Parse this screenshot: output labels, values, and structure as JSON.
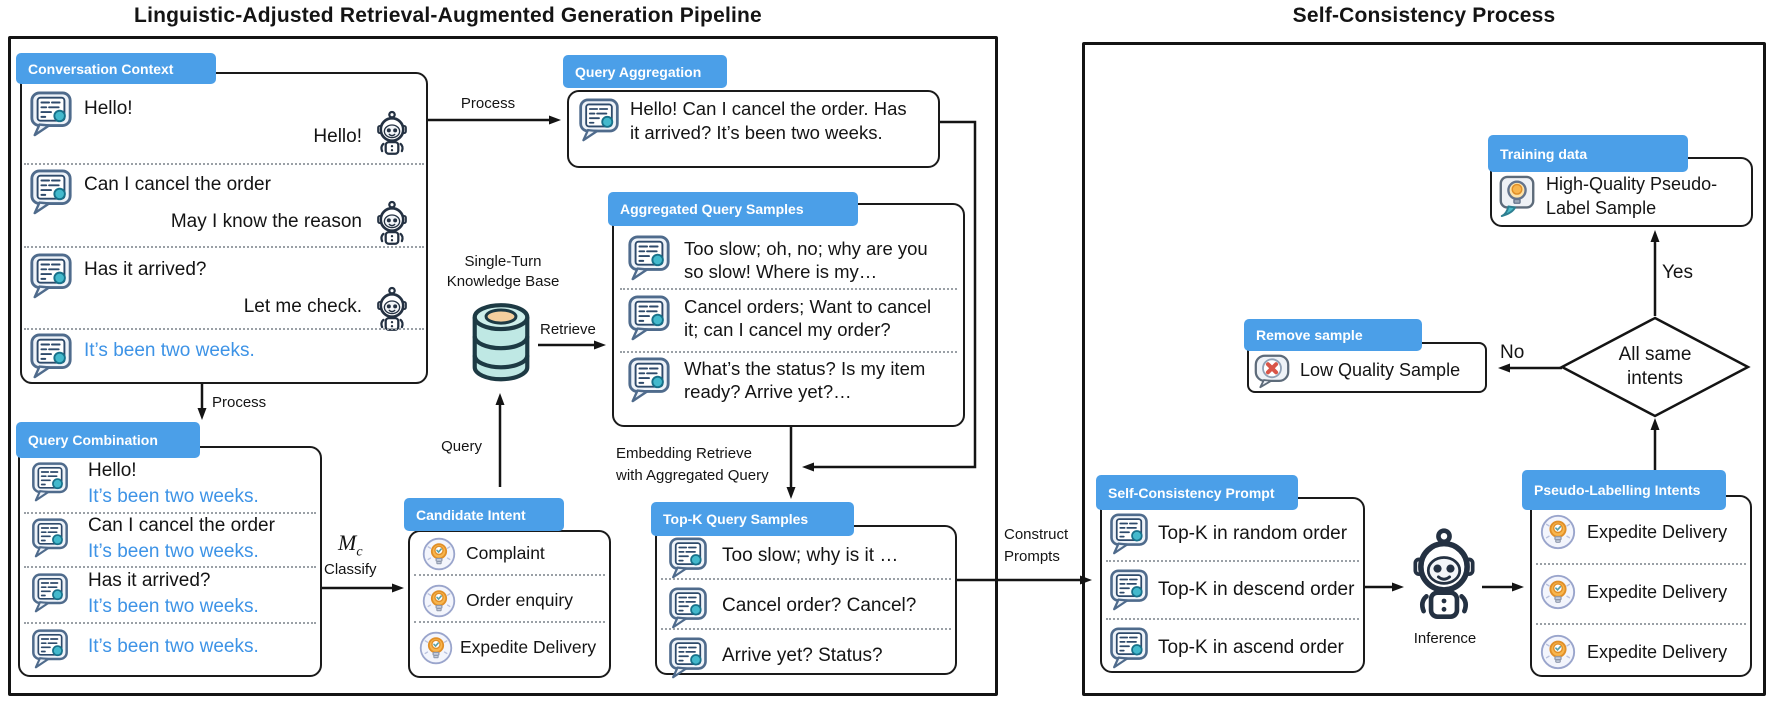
{
  "colors": {
    "header_blue": "#4b9fe8",
    "message_blue": "#3d93e6",
    "ink": "#141414"
  },
  "titles": {
    "left": "Linguistic-Adjusted Retrieval-Augmented Generation Pipeline",
    "right": "Self-Consistency Process"
  },
  "labels": {
    "process_top": "Process",
    "process_down": "Process",
    "kb_line1": "Single-Turn",
    "kb_line2": "Knowledge Base",
    "retrieve": "Retrieve",
    "query": "Query",
    "classify_m": "M",
    "classify_m_sub": "c",
    "classify": "Classify",
    "embedding_line1": "Embedding Retrieve",
    "embedding_line2": "with Aggregated Query",
    "construct_line1": "Construct",
    "construct_line2": "Prompts",
    "inference": "Inference",
    "yes": "Yes",
    "no": "No",
    "decision_line1": "All same",
    "decision_line2": "intents"
  },
  "conversation_context": {
    "header": "Conversation Context",
    "rows": [
      {
        "user": "Hello!",
        "bot": "Hello!"
      },
      {
        "user": "Can I cancel the order",
        "bot": "May I know the reason"
      },
      {
        "user": "Has it arrived?",
        "bot": "Let me check."
      },
      {
        "user": "It’s been two weeks."
      }
    ]
  },
  "query_aggregation": {
    "header": "Query Aggregation",
    "line1": "Hello! Can I cancel the order. Has",
    "line2": "it arrived? It’s been two weeks."
  },
  "aggregated_query_samples": {
    "header": "Aggregated Query Samples",
    "rows": [
      {
        "line1": "Too slow; oh, no; why are you",
        "line2": "so slow! Where is my…"
      },
      {
        "line1": "Cancel orders; Want to cancel",
        "line2": "it; can I cancel my order?"
      },
      {
        "line1": "What’s the status? Is my item",
        "line2": "ready? Arrive yet?…"
      }
    ]
  },
  "query_combination": {
    "header": "Query Combination",
    "rows": [
      {
        "line1": "Hello!",
        "line2": "It’s been two weeks."
      },
      {
        "line1": "Can I cancel the order",
        "line2": "It’s been two weeks."
      },
      {
        "line1": "Has it arrived?",
        "line2": "It’s been two weeks."
      },
      {
        "line2": "It’s been two weeks."
      }
    ]
  },
  "candidate_intent": {
    "header": "Candidate Intent",
    "items": [
      {
        "label": "Complaint"
      },
      {
        "label": "Order enquiry"
      },
      {
        "label": "Expedite Delivery"
      }
    ]
  },
  "top_k_query_samples": {
    "header": "Top-K Query Samples",
    "items": [
      {
        "label": "Too slow; why is it …"
      },
      {
        "label": "Cancel order? Cancel?"
      },
      {
        "label": "Arrive yet? Status?"
      }
    ]
  },
  "self_consistency_prompt": {
    "header": "Self-Consistency Prompt",
    "items": [
      {
        "label": "Top-K in random order"
      },
      {
        "label": "Top-K in descend order"
      },
      {
        "label": "Top-K in ascend order"
      }
    ]
  },
  "pseudo_labelling_intents": {
    "header": "Pseudo-Labelling Intents",
    "items": [
      {
        "label": "Expedite Delivery"
      },
      {
        "label": "Expedite Delivery"
      },
      {
        "label": "Expedite Delivery"
      }
    ]
  },
  "training_data": {
    "header": "Training data",
    "line1": "High-Quality Pseudo-",
    "line2": "Label Sample"
  },
  "remove_sample": {
    "header": "Remove sample",
    "label": "Low Quality Sample"
  }
}
